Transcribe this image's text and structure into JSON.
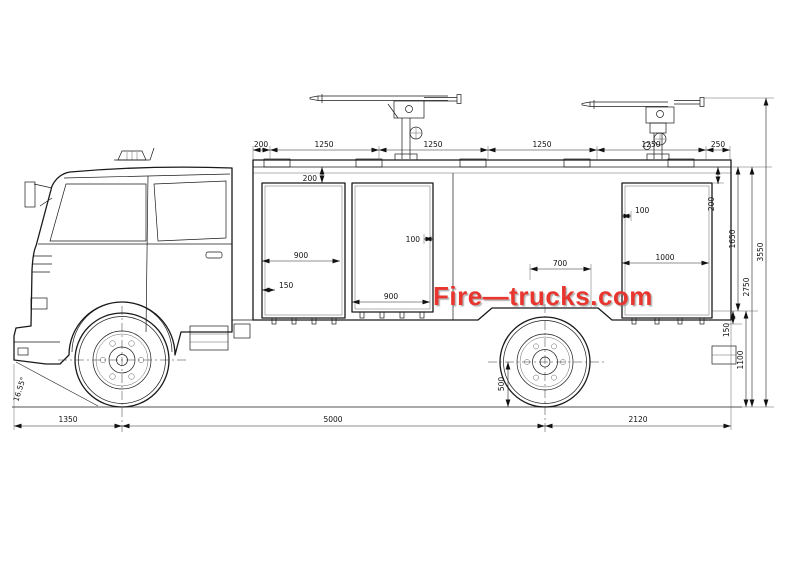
{
  "watermark": {
    "text": "Fire—trucks.com",
    "color": "#e8352e"
  },
  "dims": {
    "top": [
      "200",
      "1250",
      "1250",
      "1250",
      "1250",
      "250"
    ],
    "bottom": [
      "1350",
      "5000",
      "2120"
    ],
    "right": [
      "200",
      "1650",
      "2750",
      "3550",
      "150",
      "1100",
      "500"
    ],
    "inner": [
      "200",
      "100",
      "100",
      "900",
      "150",
      "900",
      "700",
      "1000"
    ],
    "angle": "16.55°"
  },
  "drawing": {
    "line_color": "#1a1a1a",
    "background": "#ffffff"
  }
}
